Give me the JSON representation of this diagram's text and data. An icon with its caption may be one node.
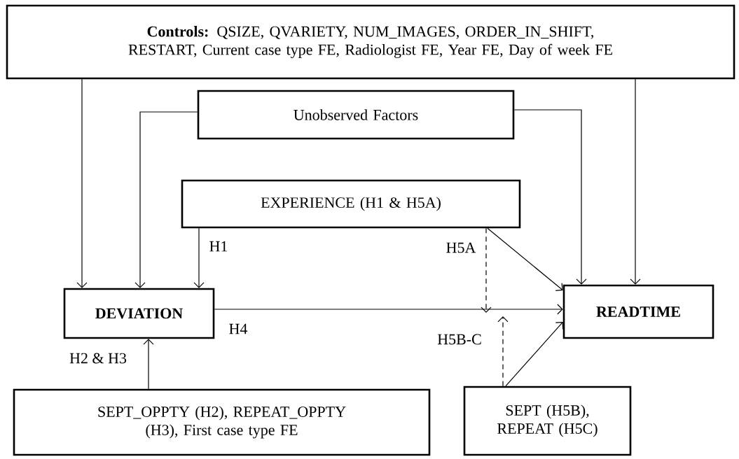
{
  "diagram": {
    "nodes": [
      {
        "text": [
          "**Controls:** QSIZE, QVARIETY, NUM_IMAGES, ORDER_IN_SHIFT, RESTART, Current case type FE, Radiologist FE, Year FE, Day of week FE"
        ]
      },
      {
        "text": [
          "Unobserved Factors"
        ]
      },
      {
        "text": [
          "EXPERIENCE (H1 & H5A)"
        ]
      },
      {
        "text": [
          "DEVIATION"
        ]
      },
      {
        "text": [
          "READTIME"
        ]
      },
      {
        "text": [
          "SEPT_OPPTY (H2), REPEAT_OPPTY (H3), First case type FE"
        ]
      },
      {
        "text": [
          "SEPT (H5B), REPEAT (H5C)"
        ]
      }
    ],
    "edges": [
      {
        "from": 0,
        "to": 3,
        "arrow": "to"
      },
      {
        "from": 1,
        "to": 3,
        "arrow": "to"
      },
      {
        "from": 2,
        "to": 3,
        "arrow": "to",
        "label": "H1"
      },
      {
        "from": 0,
        "to": 4,
        "arrow": "to"
      },
      {
        "from": 1,
        "to": 4,
        "arrow": "to"
      },
      {
        "from": 2,
        "to": 4,
        "arrow": "to"
      },
      {
        "from": 3,
        "to": 4,
        "arrow": "to",
        "label": "H4"
      },
      {
        "from": 5,
        "to": 3,
        "arrow": "to",
        "label": "H2 & H3"
      },
      {
        "from": 6,
        "to": 4,
        "arrow": "to"
      },
      {
        "from": 2,
        "to": null,
        "arrow": "to",
        "style": "dashed",
        "label": "H5A"
      },
      {
        "from": 6,
        "to": null,
        "arrow": "to",
        "style": "dashed",
        "label": "H5B-C"
      }
    ]
  }
}
